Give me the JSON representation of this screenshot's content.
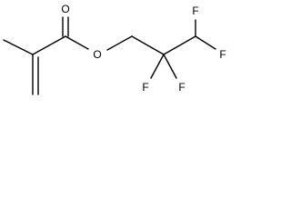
{
  "molecule": {
    "atoms": {
      "carbonyl_oxygen": "O",
      "ester_oxygen": "O",
      "fluorine_c2a": "F",
      "fluorine_c2b": "F",
      "fluorine_c3a": "F",
      "fluorine_c3b": "F"
    }
  }
}
